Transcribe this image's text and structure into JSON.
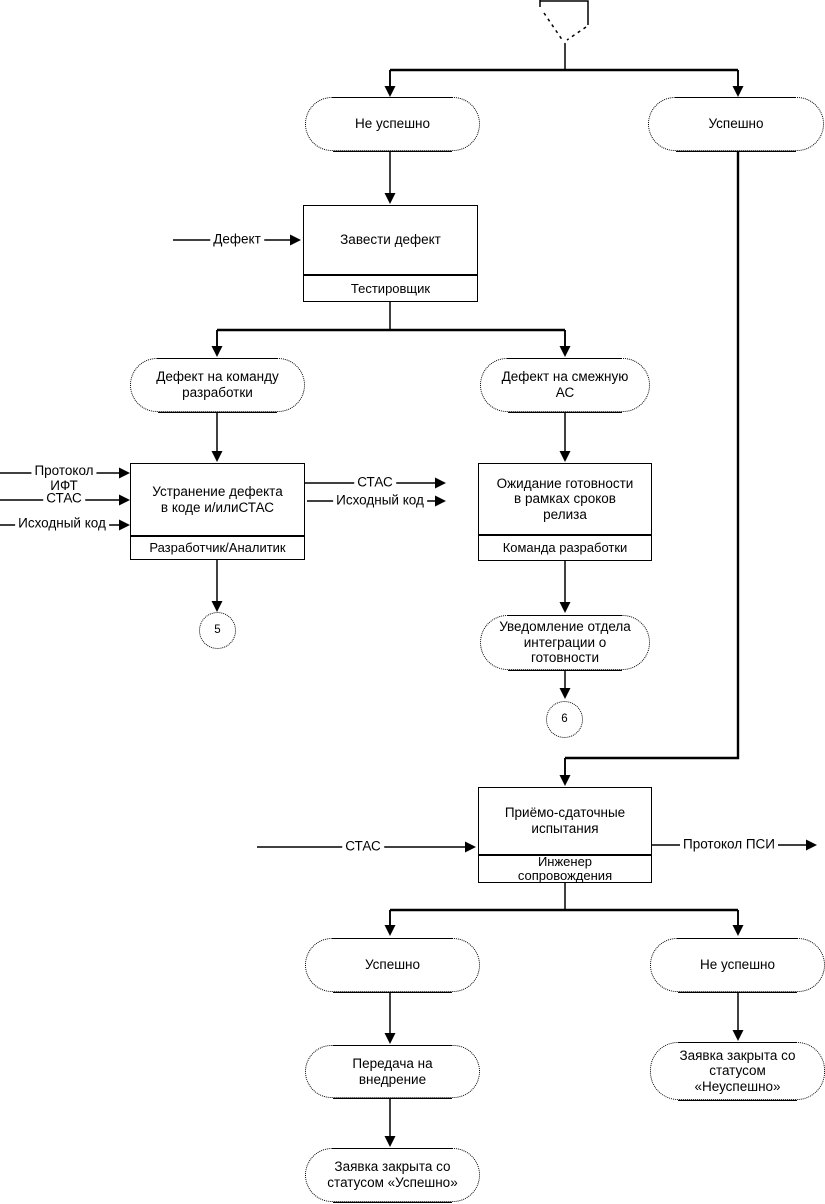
{
  "nodes": {
    "branch_fail_top": {
      "label": "Не успешно"
    },
    "branch_success_top": {
      "label": "Успешно"
    },
    "create_defect": {
      "title": "Завести дефект",
      "role": "Тестировщик"
    },
    "defect_dev_team": {
      "label": "Дефект на команду\nразработки"
    },
    "defect_adjacent_as": {
      "label": "Дефект на смежную\nАС"
    },
    "fix_defect": {
      "title": "Устранение дефекта\nв коде и/илиСТАС",
      "role": "Разработчик/Аналитик"
    },
    "offpage_5": {
      "label": "5"
    },
    "wait_readiness": {
      "title": "Ожидание готовности\nв рамках сроков\nрелиза",
      "role": "Команда разработки"
    },
    "notify_integration": {
      "label": "Уведомление отдела\nинтеграции о\nготовности"
    },
    "offpage_6": {
      "label": "6"
    },
    "acceptance_tests": {
      "title": "Приёмо-сдаточные\nиспытания",
      "role": "Инженер\nсопровождения"
    },
    "branch_success_psi": {
      "label": "Успешно"
    },
    "branch_fail_psi": {
      "label": "Не успешно"
    },
    "transfer_deployment": {
      "label": "Передача на\nвнедрение"
    },
    "closed_success": {
      "label": "Заявка закрыта со\nстатусом «Успешно»"
    },
    "closed_fail": {
      "label": "Заявка закрыта со\nстатусом\n«Неуспешно»"
    }
  },
  "flows": {
    "defect": "Дефект",
    "protocol_ift": "Протокол\nИФТ",
    "stas_in": "СТАС",
    "source_code_in": "Исходный код",
    "stas_out": "СТАС",
    "source_code_out": "Исходный код",
    "stas_psi": "СТАС",
    "protocol_psi": "Протокол ПСИ"
  },
  "colors": {
    "line": "#000000",
    "background": "#ffffff"
  }
}
